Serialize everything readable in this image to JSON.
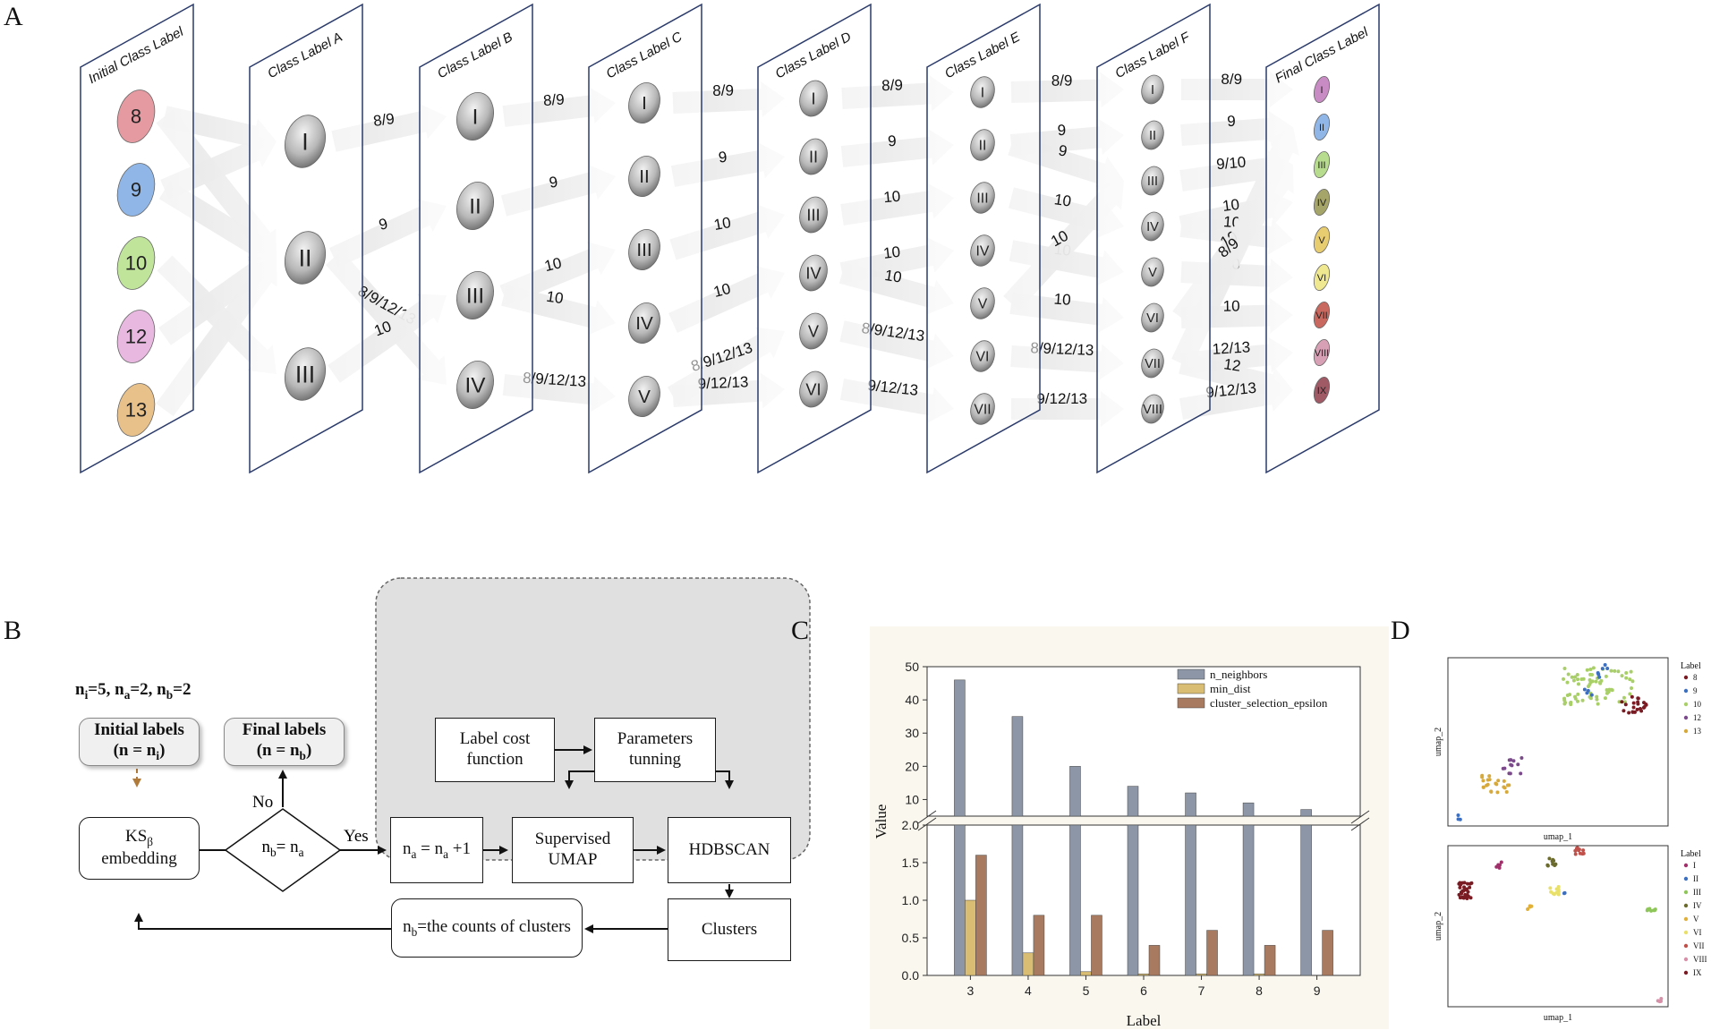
{
  "panel_labels": {
    "a": "A",
    "b": "B",
    "c": "C",
    "d": "D"
  },
  "panel_a": {
    "layers": [
      {
        "title": "Initial Class Label",
        "nodes": [
          "8",
          "9",
          "10",
          "12",
          "13"
        ]
      },
      {
        "title": "Class Label A",
        "nodes": [
          "I",
          "II",
          "III"
        ]
      },
      {
        "title": "Class Label B",
        "nodes": [
          "I",
          "II",
          "III",
          "IV"
        ]
      },
      {
        "title": "Class Label C",
        "nodes": [
          "I",
          "II",
          "III",
          "IV",
          "V"
        ]
      },
      {
        "title": "Class Label D",
        "nodes": [
          "I",
          "II",
          "III",
          "IV",
          "V",
          "VI"
        ]
      },
      {
        "title": "Class Label E",
        "nodes": [
          "I",
          "II",
          "III",
          "IV",
          "V",
          "VI",
          "VII"
        ]
      },
      {
        "title": "Class Label F",
        "nodes": [
          "I",
          "II",
          "III",
          "IV",
          "V",
          "VI",
          "VII",
          "VIII"
        ]
      },
      {
        "title": "Final Class Label",
        "nodes": [
          "I",
          "II",
          "III",
          "IV",
          "V",
          "VI",
          "VII",
          "VIII",
          "IX"
        ]
      }
    ],
    "flows": [
      {
        "from_layer": 0,
        "from": 0,
        "to": 1,
        "label": ""
      },
      {
        "from_layer": 0,
        "from": 0,
        "to": 0,
        "label": ""
      },
      {
        "from_layer": 0,
        "from": 1,
        "to": 0,
        "label": ""
      },
      {
        "from_layer": 0,
        "from": 1,
        "to": 1,
        "label": ""
      },
      {
        "from_layer": 0,
        "from": 2,
        "to": 2,
        "label": ""
      },
      {
        "from_layer": 0,
        "from": 3,
        "to": 1,
        "label": ""
      },
      {
        "from_layer": 0,
        "from": 4,
        "to": 1,
        "label": ""
      },
      {
        "from_layer": 1,
        "from": 0,
        "to": 0,
        "label": "8/9"
      },
      {
        "from_layer": 1,
        "from": 1,
        "to": 1,
        "label": "9"
      },
      {
        "from_layer": 1,
        "from": 1,
        "to": 3,
        "label": "8/9/12/13"
      },
      {
        "from_layer": 1,
        "from": 2,
        "to": 2,
        "label": "10"
      },
      {
        "from_layer": 2,
        "from": 0,
        "to": 0,
        "label": "8/9"
      },
      {
        "from_layer": 2,
        "from": 1,
        "to": 1,
        "label": "9"
      },
      {
        "from_layer": 2,
        "from": 2,
        "to": 2,
        "label": "10"
      },
      {
        "from_layer": 2,
        "from": 2,
        "to": 3,
        "label": "10"
      },
      {
        "from_layer": 2,
        "from": 3,
        "to": 4,
        "label": "8/9/12/13"
      },
      {
        "from_layer": 3,
        "from": 0,
        "to": 0,
        "label": "8/9"
      },
      {
        "from_layer": 3,
        "from": 1,
        "to": 1,
        "label": "9"
      },
      {
        "from_layer": 3,
        "from": 2,
        "to": 2,
        "label": "10"
      },
      {
        "from_layer": 3,
        "from": 3,
        "to": 3,
        "label": "10"
      },
      {
        "from_layer": 3,
        "from": 4,
        "to": 4,
        "label": "8/9/12/13"
      },
      {
        "from_layer": 3,
        "from": 4,
        "to": 5,
        "label": "9/12/13"
      },
      {
        "from_layer": 4,
        "from": 0,
        "to": 0,
        "label": "8/9"
      },
      {
        "from_layer": 4,
        "from": 1,
        "to": 1,
        "label": "9"
      },
      {
        "from_layer": 4,
        "from": 2,
        "to": 2,
        "label": "10"
      },
      {
        "from_layer": 4,
        "from": 3,
        "to": 3,
        "label": "10"
      },
      {
        "from_layer": 4,
        "from": 3,
        "to": 4,
        "label": "10"
      },
      {
        "from_layer": 4,
        "from": 4,
        "to": 5,
        "label": "8/9/12/13"
      },
      {
        "from_layer": 4,
        "from": 5,
        "to": 6,
        "label": "9/12/13"
      },
      {
        "from_layer": 5,
        "from": 0,
        "to": 0,
        "label": "8/9"
      },
      {
        "from_layer": 5,
        "from": 1,
        "to": 1,
        "label": "9"
      },
      {
        "from_layer": 5,
        "from": 1,
        "to": 2,
        "label": "9"
      },
      {
        "from_layer": 5,
        "from": 2,
        "to": 3,
        "label": "10"
      },
      {
        "from_layer": 5,
        "from": 3,
        "to": 4,
        "label": "10"
      },
      {
        "from_layer": 5,
        "from": 4,
        "to": 2,
        "label": "10"
      },
      {
        "from_layer": 5,
        "from": 4,
        "to": 5,
        "label": "10"
      },
      {
        "from_layer": 5,
        "from": 5,
        "to": 6,
        "label": "8/9/12/13"
      },
      {
        "from_layer": 5,
        "from": 6,
        "to": 7,
        "label": "9/12/13"
      },
      {
        "from_layer": 6,
        "from": 0,
        "to": 0,
        "label": "8/9"
      },
      {
        "from_layer": 6,
        "from": 1,
        "to": 1,
        "label": "9"
      },
      {
        "from_layer": 6,
        "from": 2,
        "to": 2,
        "label": "9/10"
      },
      {
        "from_layer": 6,
        "from": 3,
        "to": 3,
        "label": "10"
      },
      {
        "from_layer": 6,
        "from": 3,
        "to": 4,
        "label": "10"
      },
      {
        "from_layer": 6,
        "from": 4,
        "to": 5,
        "label": "10"
      },
      {
        "from_layer": 6,
        "from": 5,
        "to": 6,
        "label": "10"
      },
      {
        "from_layer": 6,
        "from": 5,
        "to": 2,
        "label": "10"
      },
      {
        "from_layer": 6,
        "from": 6,
        "to": 7,
        "label": "12/13"
      },
      {
        "from_layer": 6,
        "from": 6,
        "to": 8,
        "label": "12"
      },
      {
        "from_layer": 6,
        "from": 6,
        "to": 1,
        "label": "8/9"
      },
      {
        "from_layer": 6,
        "from": 7,
        "to": 8,
        "label": "9/12/13"
      }
    ]
  },
  "panel_b": {
    "params": "n_i=5, n_a=2, n_b=2",
    "initial_labels": {
      "line1": "Initial labels",
      "line2": "(n = n_i)"
    },
    "final_labels": {
      "line1": "Final labels",
      "line2": "(n = n_b)"
    },
    "embedding": {
      "line1": "KS_β",
      "line2": "embedding"
    },
    "decision": "n_b= n_a",
    "no": "No",
    "yes": "Yes",
    "increment": "n_a = n_a +1",
    "label_cost": {
      "line1": "Label cost",
      "line2": "function"
    },
    "params_tuning": {
      "line1": "Parameters",
      "line2": "tunning"
    },
    "supervised_umap": {
      "line1": "Supervised",
      "line2": "UMAP"
    },
    "hdbscan": "HDBSCAN",
    "clusters": "Clusters",
    "count_clusters": "n_b=the counts of clusters"
  },
  "chart_data": [
    {
      "type": "bar",
      "xlabel": "Label",
      "ylabel": "Value",
      "categories": [
        "3",
        "4",
        "5",
        "6",
        "7",
        "8",
        "9"
      ],
      "y_axis_break": [
        2.0,
        5.0
      ],
      "yticks_lower": [
        "0.0",
        "0.5",
        "1.0",
        "1.5",
        "2.0"
      ],
      "yticks_upper": [
        "10",
        "20",
        "30",
        "40",
        "50"
      ],
      "ylim_lower": [
        0,
        2.0
      ],
      "ylim_upper": [
        5,
        50
      ],
      "legend_position": "top-right",
      "series": [
        {
          "name": "n_neighbors",
          "color": "#8c96a6",
          "values": [
            46,
            35,
            20,
            14,
            12,
            9,
            7
          ]
        },
        {
          "name": "min_dist",
          "color": "#d9bd72",
          "values": [
            1.0,
            0.3,
            0.05,
            0.02,
            0.02,
            0.02,
            0.0
          ]
        },
        {
          "name": "cluster_selection_epsilon",
          "color": "#a87a5f",
          "values": [
            1.6,
            0.8,
            0.8,
            0.4,
            0.6,
            0.4,
            0.6
          ]
        }
      ]
    },
    {
      "type": "scatter",
      "xlabel": "umap_1",
      "ylabel": "umap_2",
      "legend_title": "Label",
      "legend_position": "right",
      "series": [
        {
          "name": "8",
          "color": "#7a1a22"
        },
        {
          "name": "9",
          "color": "#3d6fc0"
        },
        {
          "name": "10",
          "color": "#a8cf68"
        },
        {
          "name": "12",
          "color": "#7a4a8a"
        },
        {
          "name": "13",
          "color": "#d6a93a"
        }
      ]
    },
    {
      "type": "scatter",
      "xlabel": "umap_1",
      "ylabel": "umap_2",
      "legend_title": "Label",
      "legend_position": "right",
      "series": [
        {
          "name": "I",
          "color": "#a0306a"
        },
        {
          "name": "II",
          "color": "#3d6fc0"
        },
        {
          "name": "III",
          "color": "#8fc65a"
        },
        {
          "name": "IV",
          "color": "#6b6b2e"
        },
        {
          "name": "V",
          "color": "#e0b03a"
        },
        {
          "name": "VI",
          "color": "#e8e06a"
        },
        {
          "name": "VII",
          "color": "#c0504a"
        },
        {
          "name": "VIII",
          "color": "#d890a8"
        },
        {
          "name": "IX",
          "color": "#7a1a22"
        }
      ]
    }
  ]
}
